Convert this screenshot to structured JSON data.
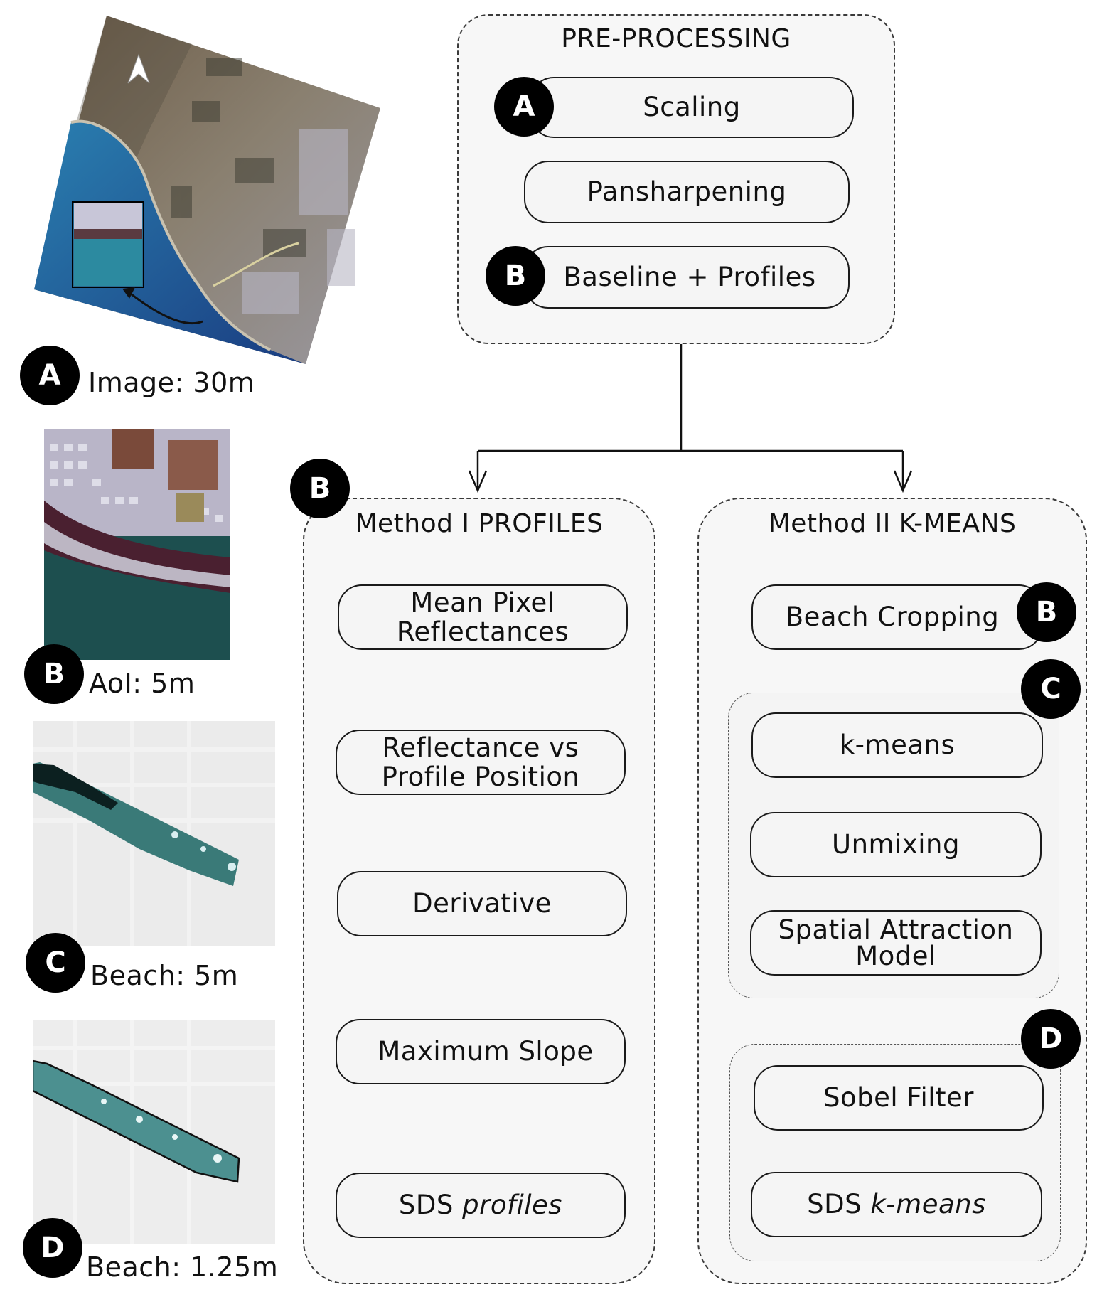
{
  "left_panel": {
    "images": [
      {
        "badge": "A",
        "caption": "Image: 30m"
      },
      {
        "badge": "B",
        "caption": "AoI: 5m"
      },
      {
        "badge": "C",
        "caption": "Beach: 5m"
      },
      {
        "badge": "D",
        "caption": "Beach: 1.25m"
      }
    ]
  },
  "preprocessing": {
    "title": "PRE-PROCESSING",
    "steps": [
      {
        "label": "Scaling",
        "badge": "A"
      },
      {
        "label": "Pansharpening",
        "badge": ""
      },
      {
        "label": "Baseline + Profiles",
        "badge": "B"
      }
    ]
  },
  "method1": {
    "title": "Method I PROFILES",
    "badge": "B",
    "steps": [
      {
        "line1": "Mean Pixel",
        "line2": "Reflectances"
      },
      {
        "line1": "Reflectance vs",
        "line2": "Profile Position"
      },
      {
        "line1": "Derivative",
        "line2": ""
      },
      {
        "line1": "Maximum Slope",
        "line2": ""
      },
      {
        "line1": "SDS ",
        "italic": "profiles"
      }
    ]
  },
  "method2": {
    "title": "Method II K-MEANS",
    "beach_cropping": {
      "label": "Beach Cropping",
      "badge": "B"
    },
    "group_c": {
      "badge": "C",
      "steps": [
        {
          "line1": "k-means",
          "line2": ""
        },
        {
          "line1": "Unmixing",
          "line2": ""
        },
        {
          "line1": "Spatial Attraction",
          "line2": "Model"
        }
      ]
    },
    "group_d": {
      "badge": "D",
      "steps": [
        {
          "line1": "Sobel Filter"
        },
        {
          "line1": "SDS ",
          "italic": "k-means"
        }
      ]
    }
  }
}
